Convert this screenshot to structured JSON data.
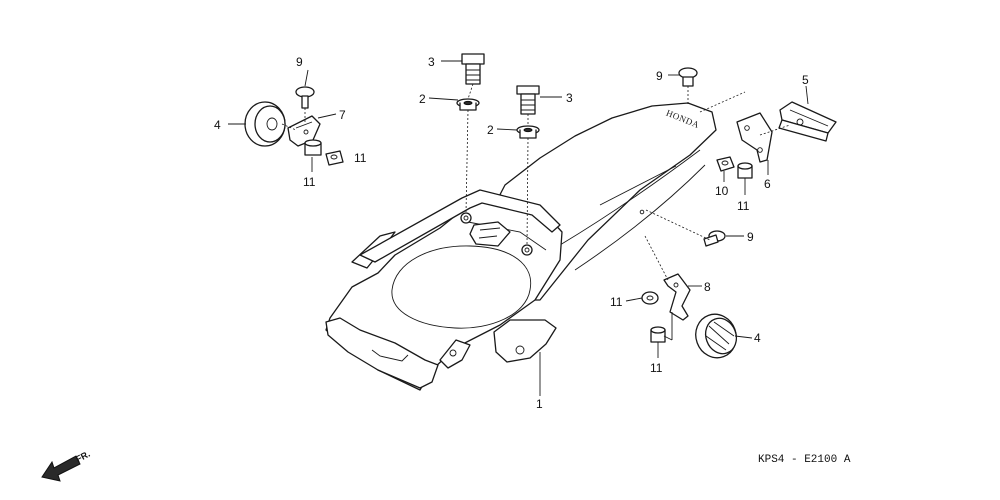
{
  "diagram": {
    "drawing_code": "KPS4 - E2100 A",
    "direction_label": "FR.",
    "brand_mark": "HONDA",
    "callouts": [
      {
        "id": "c1",
        "text": "1"
      },
      {
        "id": "c2a",
        "text": "2"
      },
      {
        "id": "c2b",
        "text": "2"
      },
      {
        "id": "c3a",
        "text": "3"
      },
      {
        "id": "c3b",
        "text": "3"
      },
      {
        "id": "c4a",
        "text": "4"
      },
      {
        "id": "c4b",
        "text": "4"
      },
      {
        "id": "c5",
        "text": "5"
      },
      {
        "id": "c6",
        "text": "6"
      },
      {
        "id": "c7",
        "text": "7"
      },
      {
        "id": "c8",
        "text": "8"
      },
      {
        "id": "c9a",
        "text": "9"
      },
      {
        "id": "c9b",
        "text": "9"
      },
      {
        "id": "c9c",
        "text": "9"
      },
      {
        "id": "c10",
        "text": "10"
      },
      {
        "id": "c11a",
        "text": "11"
      },
      {
        "id": "c11b",
        "text": "11"
      },
      {
        "id": "c11c",
        "text": "11"
      },
      {
        "id": "c11d",
        "text": "11"
      },
      {
        "id": "c11e",
        "text": "11"
      }
    ]
  }
}
